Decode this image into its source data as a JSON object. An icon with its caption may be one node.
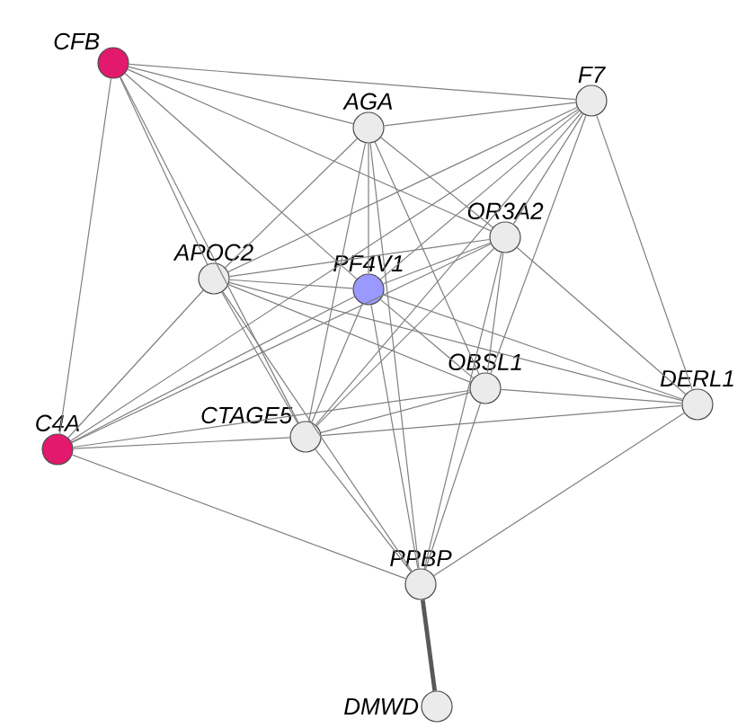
{
  "diagram": {
    "nodes": [
      {
        "text": [
          "CFB"
        ]
      },
      {
        "text": [
          "AGA"
        ]
      },
      {
        "text": [
          "F7"
        ]
      },
      {
        "text": [
          "OR3A2"
        ]
      },
      {
        "text": [
          "APOC2"
        ]
      },
      {
        "text": [
          "PF4V1"
        ]
      },
      {
        "text": [
          "OBSL1"
        ]
      },
      {
        "text": [
          "DERL1"
        ]
      },
      {
        "text": [
          "C4A"
        ]
      },
      {
        "text": [
          "CTAGE5"
        ]
      },
      {
        "text": [
          "PPBP"
        ]
      },
      {
        "text": [
          "DMWD"
        ]
      }
    ],
    "edges": [
      {
        "from": 0,
        "to": 1,
        "arrow": "none"
      },
      {
        "from": 0,
        "to": 2,
        "arrow": "none"
      },
      {
        "from": 0,
        "to": 4,
        "arrow": "none"
      },
      {
        "from": 0,
        "to": 5,
        "arrow": "none"
      },
      {
        "from": 0,
        "to": 8,
        "arrow": "none"
      },
      {
        "from": 0,
        "to": 3,
        "arrow": "none"
      },
      {
        "from": 0,
        "to": 9,
        "arrow": "none"
      },
      {
        "from": 1,
        "to": 2,
        "arrow": "none"
      },
      {
        "from": 1,
        "to": 4,
        "arrow": "none"
      },
      {
        "from": 1,
        "to": 5,
        "arrow": "none"
      },
      {
        "from": 1,
        "to": 3,
        "arrow": "none"
      },
      {
        "from": 1,
        "to": 6,
        "arrow": "none"
      },
      {
        "from": 1,
        "to": 9,
        "arrow": "none"
      },
      {
        "from": 1,
        "to": 10,
        "arrow": "none"
      },
      {
        "from": 2,
        "to": 3,
        "arrow": "none"
      },
      {
        "from": 2,
        "to": 5,
        "arrow": "none"
      },
      {
        "from": 2,
        "to": 4,
        "arrow": "none"
      },
      {
        "from": 2,
        "to": 7,
        "arrow": "none"
      },
      {
        "from": 2,
        "to": 6,
        "arrow": "none"
      },
      {
        "from": 2,
        "to": 9,
        "arrow": "none"
      },
      {
        "from": 2,
        "to": 8,
        "arrow": "none"
      },
      {
        "from": 3,
        "to": 5,
        "arrow": "none"
      },
      {
        "from": 3,
        "to": 4,
        "arrow": "none"
      },
      {
        "from": 3,
        "to": 6,
        "arrow": "none"
      },
      {
        "from": 3,
        "to": 7,
        "arrow": "none"
      },
      {
        "from": 3,
        "to": 9,
        "arrow": "none"
      },
      {
        "from": 3,
        "to": 8,
        "arrow": "none"
      },
      {
        "from": 3,
        "to": 10,
        "arrow": "none"
      },
      {
        "from": 4,
        "to": 5,
        "arrow": "none"
      },
      {
        "from": 4,
        "to": 6,
        "arrow": "none"
      },
      {
        "from": 4,
        "to": 7,
        "arrow": "none"
      },
      {
        "from": 4,
        "to": 9,
        "arrow": "none"
      },
      {
        "from": 4,
        "to": 8,
        "arrow": "none"
      },
      {
        "from": 4,
        "to": 10,
        "arrow": "none"
      },
      {
        "from": 5,
        "to": 6,
        "arrow": "none"
      },
      {
        "from": 5,
        "to": 7,
        "arrow": "none"
      },
      {
        "from": 5,
        "to": 9,
        "arrow": "none"
      },
      {
        "from": 5,
        "to": 8,
        "arrow": "none"
      },
      {
        "from": 5,
        "to": 10,
        "arrow": "none"
      },
      {
        "from": 6,
        "to": 7,
        "arrow": "none"
      },
      {
        "from": 6,
        "to": 9,
        "arrow": "none"
      },
      {
        "from": 6,
        "to": 10,
        "arrow": "none"
      },
      {
        "from": 6,
        "to": 8,
        "arrow": "none"
      },
      {
        "from": 7,
        "to": 9,
        "arrow": "none"
      },
      {
        "from": 7,
        "to": 10,
        "arrow": "none"
      },
      {
        "from": 9,
        "to": 8,
        "arrow": "none"
      },
      {
        "from": 9,
        "to": 10,
        "arrow": "none"
      },
      {
        "from": 8,
        "to": 10,
        "arrow": "none"
      },
      {
        "from": 10,
        "to": 11,
        "arrow": "none",
        "style": "thick"
      }
    ]
  }
}
